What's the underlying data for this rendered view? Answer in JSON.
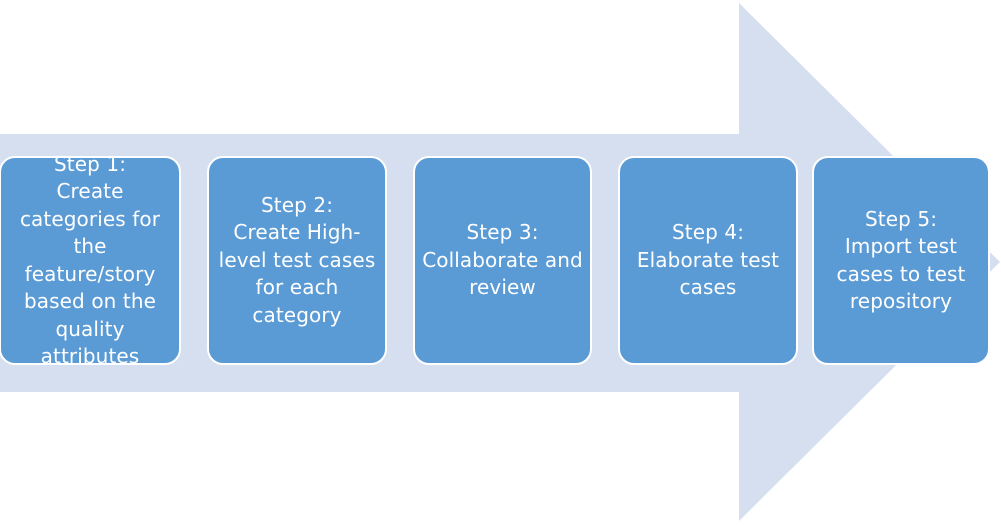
{
  "diagram": {
    "type": "process-arrow-flow",
    "title_visible": false,
    "arrow": {
      "name": "right-arrow-banner",
      "fill_color": "#d5dfef",
      "direction": "right"
    },
    "box_style": {
      "fill_color": "#5b9bd5",
      "border_color": "#ffffff",
      "text_color": "#ffffff"
    },
    "steps": [
      {
        "id": "step-1",
        "label": "Step 1:\nCreate categories for the feature/story based on the quality attributes"
      },
      {
        "id": "step-2",
        "label": "Step 2:\nCreate High-level test cases for each category"
      },
      {
        "id": "step-3",
        "label": "Step 3:\nCollaborate and review"
      },
      {
        "id": "step-4",
        "label": "Step 4:\nElaborate test cases"
      },
      {
        "id": "step-5",
        "label": "Step 5:\nImport test cases to test repository"
      }
    ]
  }
}
